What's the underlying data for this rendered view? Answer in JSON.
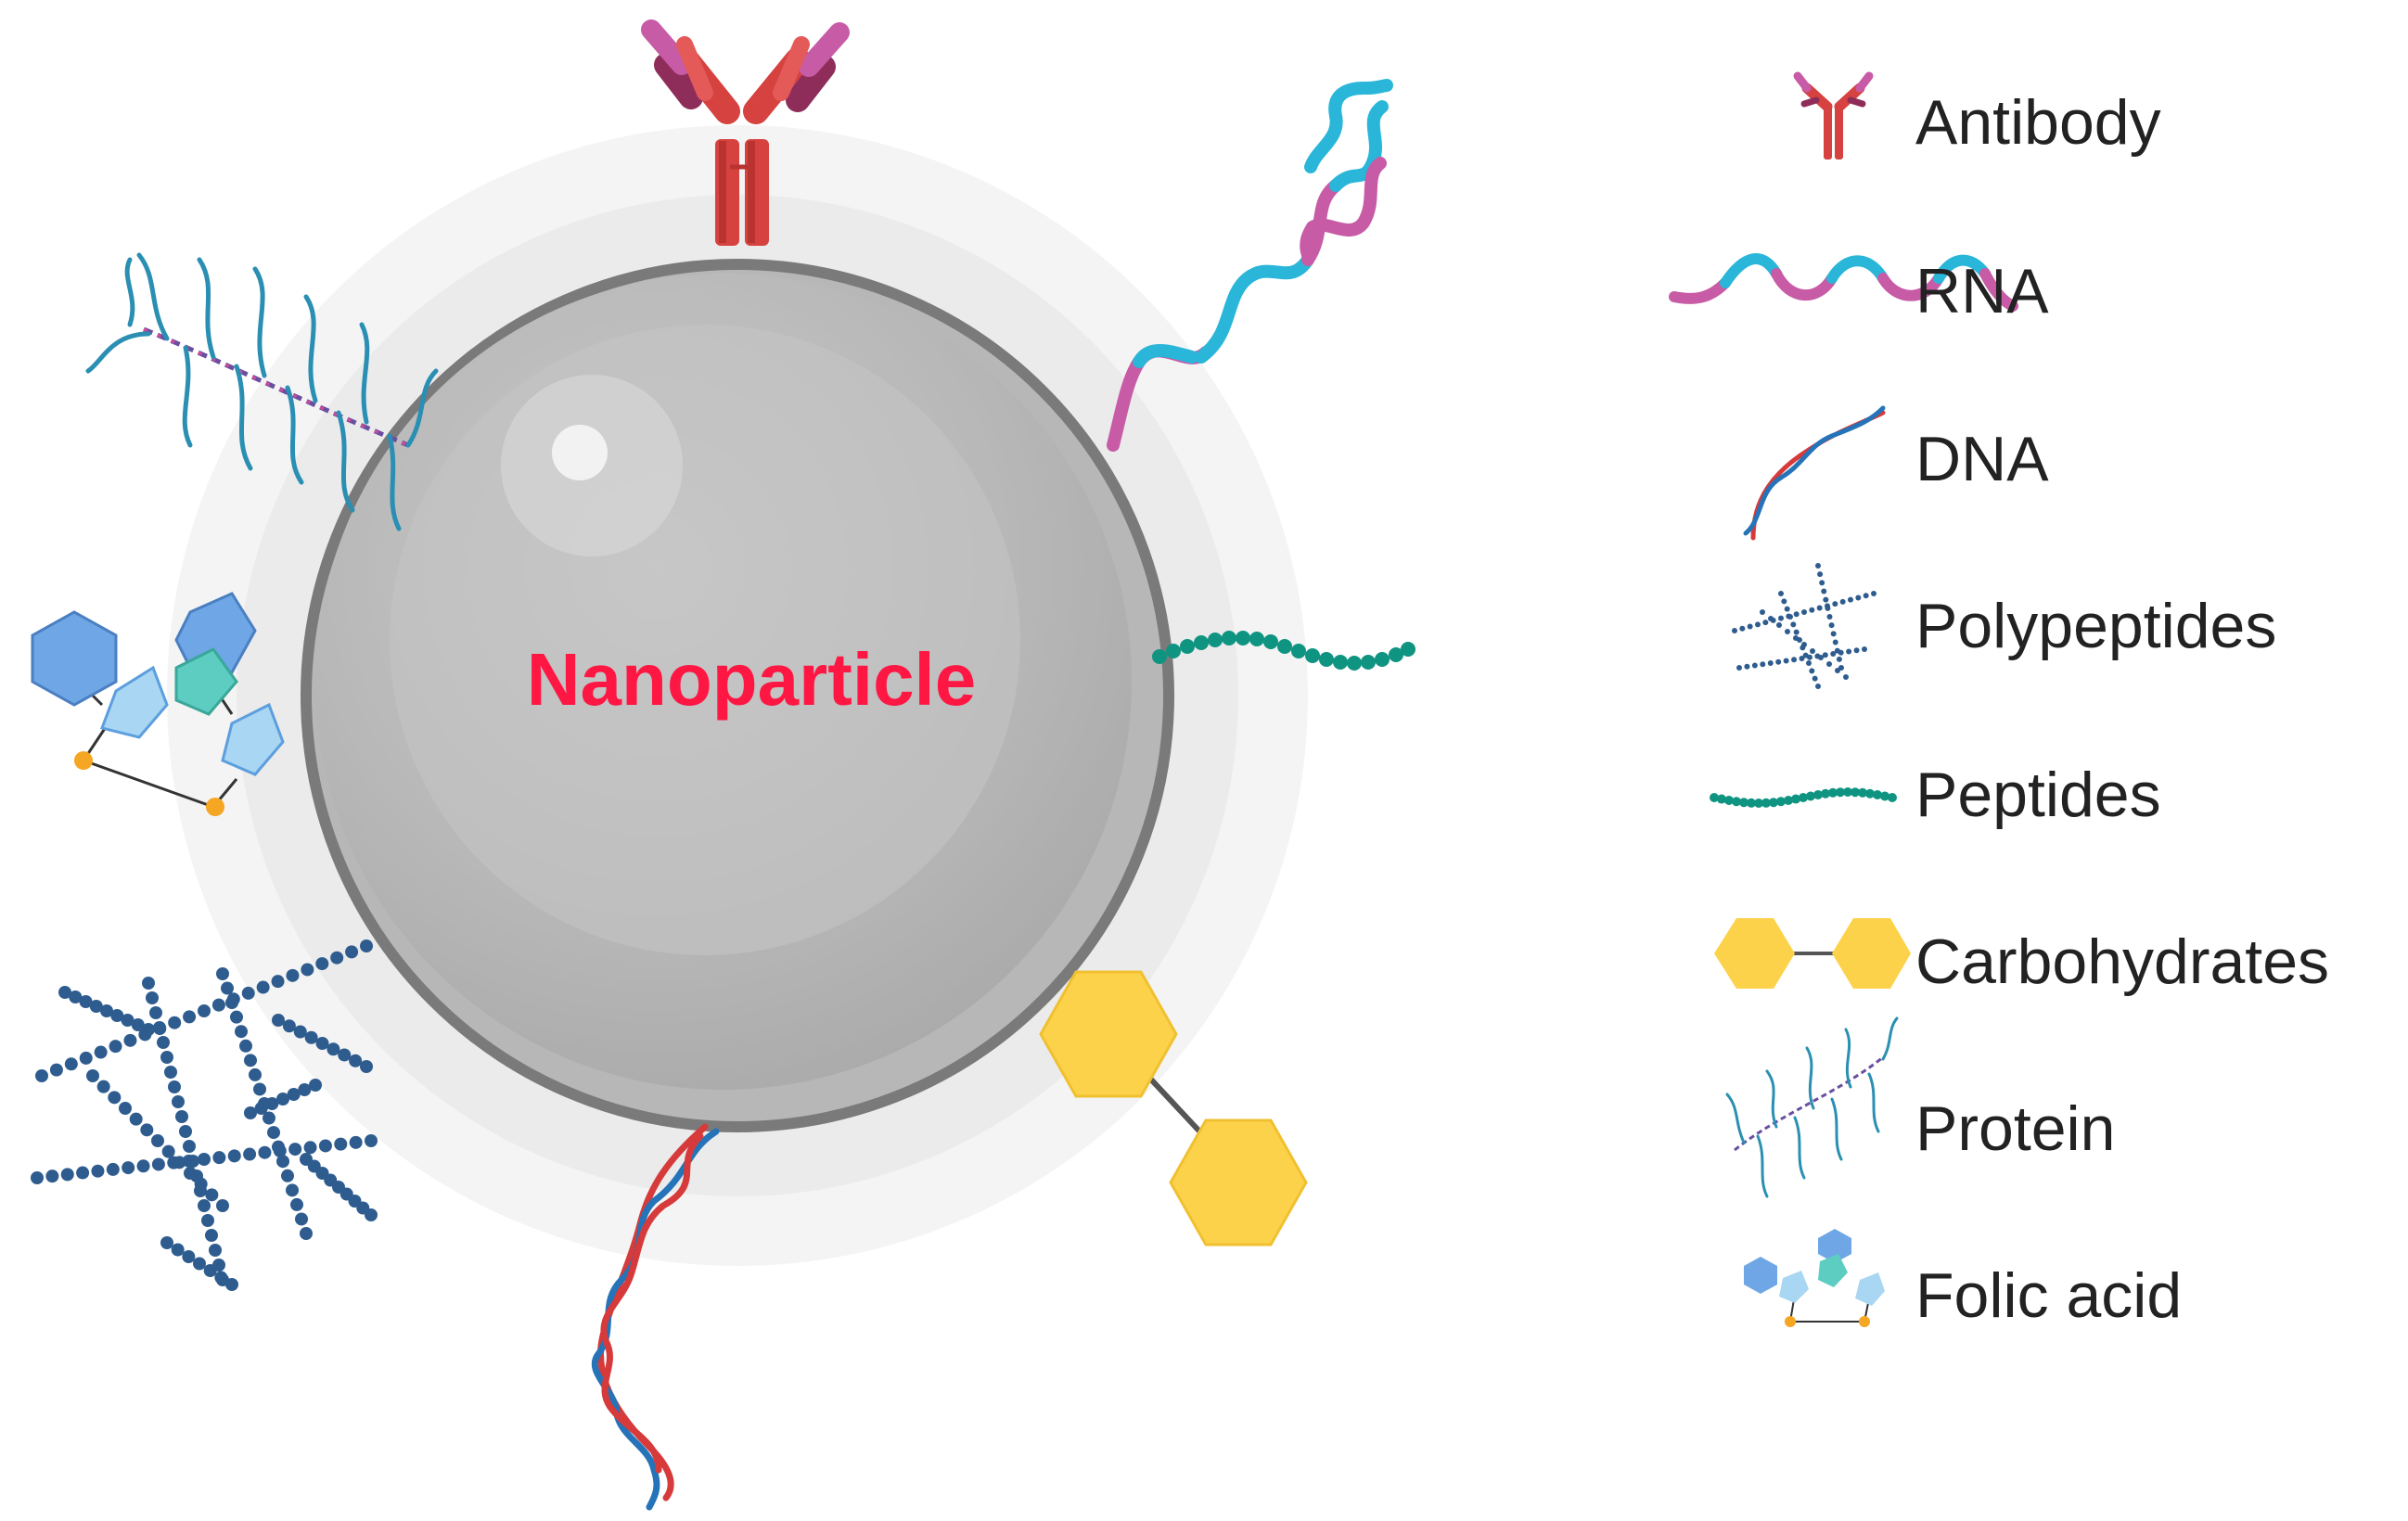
{
  "center": {
    "label": "Nanoparticle",
    "label_color": "#ff1744"
  },
  "legend": {
    "items": [
      {
        "icon": "antibody-icon",
        "label": "Antibody"
      },
      {
        "icon": "rna-icon",
        "label": "RNA"
      },
      {
        "icon": "dna-icon",
        "label": "DNA"
      },
      {
        "icon": "polypeptides-icon",
        "label": "Polypeptides"
      },
      {
        "icon": "peptides-icon",
        "label": "Peptides"
      },
      {
        "icon": "carbohydrates-icon",
        "label": "Carbohydrates"
      },
      {
        "icon": "protein-icon",
        "label": "Protein"
      },
      {
        "icon": "folic-acid-icon",
        "label": "Folic acid"
      }
    ]
  },
  "colors": {
    "antibody_red": "#d6423f",
    "antibody_pink": "#c75ba6",
    "rna_cyan": "#29b6d9",
    "rna_magenta": "#c75ba6",
    "dna_red": "#d63a3a",
    "dna_blue": "#2573b8",
    "polypeptide_blue": "#2f5c8f",
    "peptide_teal": "#0f9482",
    "carbohydrate_yellow": "#fdd24b",
    "folic_blue": "#6ea6e6",
    "folic_teal": "#5ccdc0",
    "folic_orange": "#f5a623",
    "sphere_grey": "#b9b9b9"
  }
}
